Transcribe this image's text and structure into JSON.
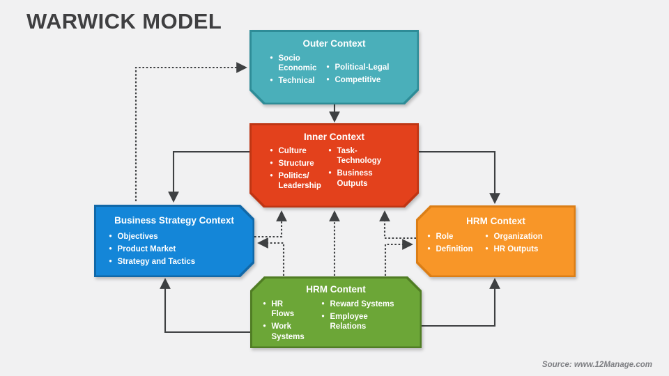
{
  "slide": {
    "title": "WARWICK MODEL",
    "source": "Source: www.12Manage.com",
    "background_color": "#F1F1F2",
    "title_color": "#3F3F41",
    "arrow_color": "#3E4042"
  },
  "boxes": {
    "outer": {
      "title": "Outer Context",
      "fill": "#4AAFBA",
      "border": "#2E8C97",
      "col1": [
        "Socio Economic",
        "Technical"
      ],
      "col2": [
        "Political-Legal",
        "Competitive"
      ]
    },
    "inner": {
      "title": "Inner Context",
      "fill": "#E3411C",
      "border": "#BF3513",
      "col1": [
        "Culture",
        "Structure",
        "Politics/ Leadership"
      ],
      "col2": [
        "Task-Technology",
        "Business Outputs"
      ]
    },
    "business": {
      "title": "Business Strategy Context",
      "fill": "#1486D8",
      "border": "#1168A8",
      "col1": [
        "Objectives",
        "Product Market",
        "Strategy and Tactics"
      ]
    },
    "hrm_context": {
      "title": "HRM Context",
      "fill": "#F89628",
      "border": "#DB7E16",
      "col1": [
        "Role",
        "Definition"
      ],
      "col2": [
        "Organization",
        "HR Outputs"
      ]
    },
    "hrm_content": {
      "title": "HRM Content",
      "fill": "#6CA637",
      "border": "#507D24",
      "col1": [
        "HR Flows",
        "Work Systems"
      ],
      "col2": [
        "Reward Systems",
        "Employee Relations"
      ]
    }
  },
  "connectors": [
    {
      "from": "Outer Context",
      "to": "Inner Context",
      "style": "solid"
    },
    {
      "from": "Inner Context",
      "to": "Business Strategy Context",
      "style": "solid"
    },
    {
      "from": "Inner Context",
      "to": "HRM Context",
      "style": "solid"
    },
    {
      "from": "HRM Content",
      "to": "Business Strategy Context",
      "style": "solid"
    },
    {
      "from": "HRM Content",
      "to": "HRM Context",
      "style": "solid"
    },
    {
      "from": "Business Strategy Context",
      "to": "Outer Context",
      "style": "dashed"
    },
    {
      "from": "Business Strategy Context",
      "to": "Inner Context",
      "style": "dashed"
    },
    {
      "from": "HRM Content",
      "to": "Business Strategy Context",
      "style": "dashed"
    },
    {
      "from": "HRM Content",
      "to": "Inner Context",
      "style": "dashed"
    },
    {
      "from": "HRM Context",
      "to": "Inner Context",
      "style": "dashed"
    },
    {
      "from": "HRM Content",
      "to": "HRM Context",
      "style": "dashed"
    }
  ]
}
